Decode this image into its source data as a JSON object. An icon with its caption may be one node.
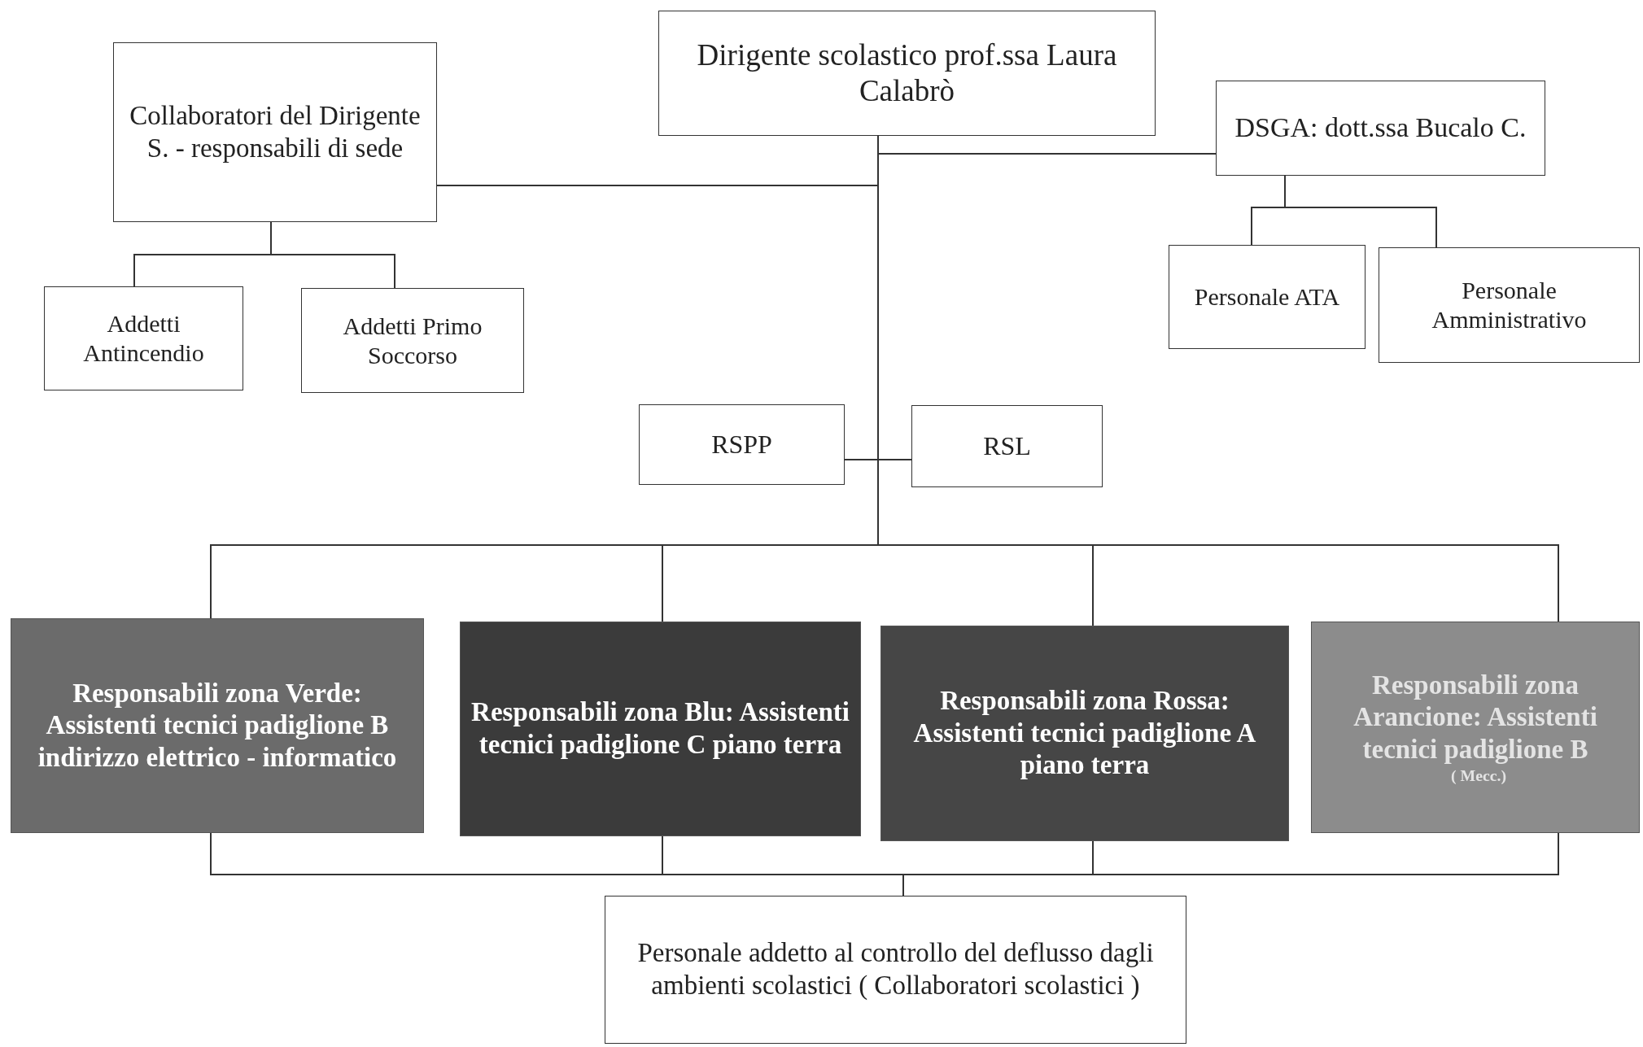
{
  "diagram": {
    "nodes": [
      {
        "text": [
          "Dirigente scolastico prof.ssa Laura Calabrò"
        ]
      },
      {
        "text": [
          "Collaboratori del Dirigente S. - responsabili di sede"
        ]
      },
      {
        "text": [
          "DSGA: dott.ssa Bucalo C."
        ]
      },
      {
        "text": [
          "Addetti Antincendio"
        ]
      },
      {
        "text": [
          "Addetti Primo Soccorso"
        ]
      },
      {
        "text": [
          "Personale ATA"
        ]
      },
      {
        "text": [
          "Personale Amministrativo"
        ]
      },
      {
        "text": [
          "RSPP"
        ]
      },
      {
        "text": [
          "RSL"
        ]
      },
      {
        "text": [
          "Responsabili zona Verde: Assistenti tecnici padiglione B indirizzo elettrico - informatico"
        ]
      },
      {
        "text": [
          "Responsabili zona Blu: Assistenti tecnici padiglione C piano terra"
        ]
      },
      {
        "text": [
          "Responsabili zona Rossa: Assistenti tecnici padiglione A piano terra"
        ]
      },
      {
        "text": [
          "Responsabili zona Arancione: Assistenti tecnici padiglione B",
          "( Mecc.)"
        ]
      },
      {
        "text": [
          "Personale addetto al controllo del deflusso dagli ambienti scolastici ( Collaboratori scolastici )"
        ]
      }
    ],
    "edges": [
      {
        "from": 0,
        "to": 1,
        "arrow": "none"
      },
      {
        "from": 0,
        "to": 2,
        "arrow": "none"
      },
      {
        "from": 1,
        "to": 3,
        "arrow": "none"
      },
      {
        "from": 1,
        "to": 4,
        "arrow": "none"
      },
      {
        "from": 2,
        "to": 5,
        "arrow": "none"
      },
      {
        "from": 2,
        "to": 6,
        "arrow": "none"
      },
      {
        "from": 0,
        "to": 7,
        "arrow": "none"
      },
      {
        "from": 0,
        "to": 8,
        "arrow": "none"
      },
      {
        "from": 0,
        "to": 9,
        "arrow": "none"
      },
      {
        "from": 0,
        "to": 10,
        "arrow": "none"
      },
      {
        "from": 0,
        "to": 11,
        "arrow": "none"
      },
      {
        "from": 0,
        "to": 12,
        "arrow": "none"
      },
      {
        "from": 9,
        "to": 13,
        "arrow": "none"
      },
      {
        "from": 10,
        "to": 13,
        "arrow": "none"
      },
      {
        "from": 11,
        "to": 13,
        "arrow": "none"
      },
      {
        "from": 12,
        "to": 13,
        "arrow": "none"
      }
    ]
  }
}
